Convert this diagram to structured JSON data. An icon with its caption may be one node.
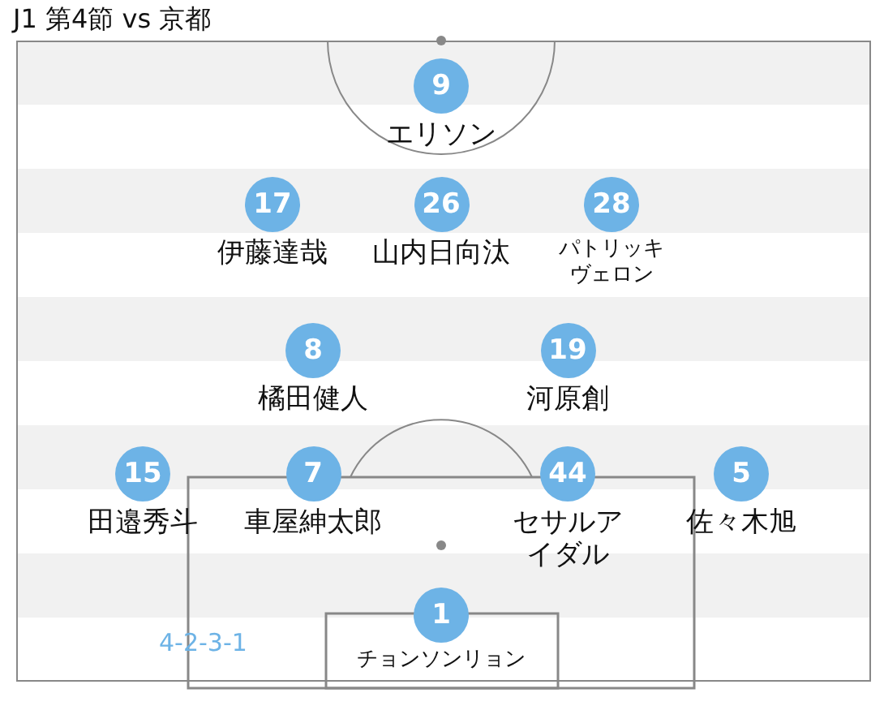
{
  "diagram": {
    "title": "J1 第4節 vs 京都",
    "nodes": [
      {
        "text": [
          "9",
          "エリソン"
        ]
      },
      {
        "text": [
          "17",
          "伊藤達哉"
        ]
      },
      {
        "text": [
          "26",
          "山内日向汰"
        ]
      },
      {
        "text": [
          "28",
          "パトリッキヴェロン"
        ]
      },
      {
        "text": [
          "8",
          "橘田健人"
        ]
      },
      {
        "text": [
          "19",
          "河原創"
        ]
      },
      {
        "text": [
          "15",
          "田邉秀斗"
        ]
      },
      {
        "text": [
          "7",
          "車屋紳太郎"
        ]
      },
      {
        "text": [
          "44",
          "セサルアイダル"
        ]
      },
      {
        "text": [
          "5",
          "佐々木旭"
        ]
      },
      {
        "text": [
          "1",
          "チョンソンリョン"
        ]
      }
    ],
    "labels": [
      "4-2-3-1"
    ]
  }
}
